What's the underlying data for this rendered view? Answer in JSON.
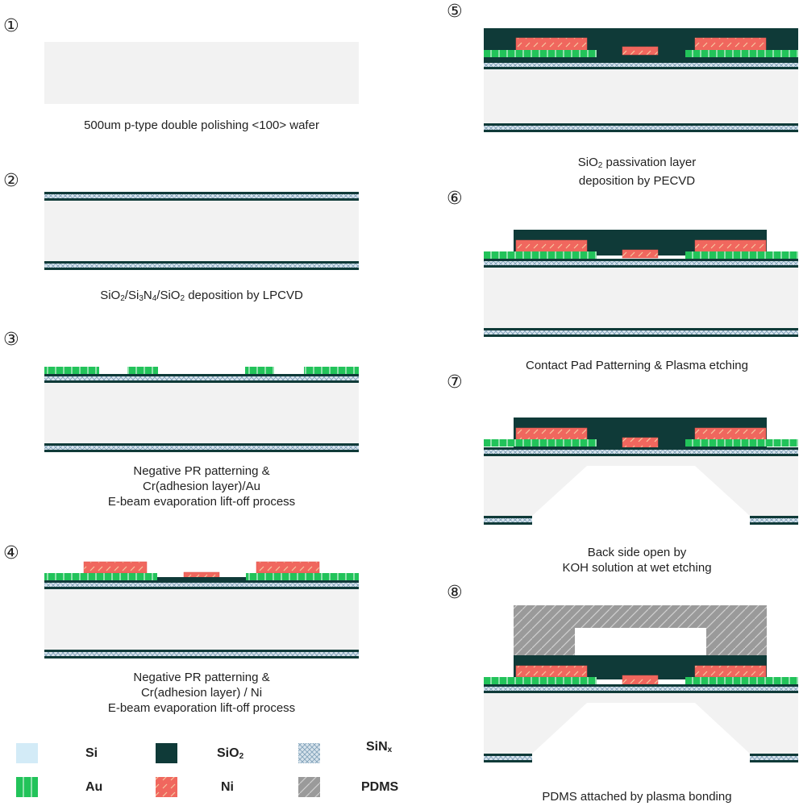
{
  "colors": {
    "si": "#f2f2f2",
    "sio2": "#0f3a38",
    "sinx": "#8fb0c8",
    "au": "#22c35a",
    "ni": "#f0675e",
    "pdms": "#9a9a9a",
    "legend_si": "#cfe8f6"
  },
  "steps": [
    {
      "number": "①",
      "caption": [
        "500um p-type double polishing <100> wafer"
      ]
    },
    {
      "number": "②",
      "caption_parts": [
        "SiO",
        "2",
        "/Si",
        "3",
        "N",
        "4",
        "/SiO",
        "2",
        " deposition by LPCVD"
      ]
    },
    {
      "number": "③",
      "caption": [
        "Negative PR patterning &",
        "Cr(adhesion layer)/Au",
        "E-beam evaporation lift-off process"
      ]
    },
    {
      "number": "④",
      "caption": [
        "Negative PR patterning &",
        "Cr(adhesion layer) / Ni",
        "E-beam evaporation lift-off process"
      ]
    },
    {
      "number": "⑤",
      "caption_parts": [
        "SiO",
        "2",
        " passivation layer"
      ],
      "caption2": "deposition by PECVD"
    },
    {
      "number": "⑥",
      "caption": [
        "Contact Pad Patterning & Plasma etching"
      ]
    },
    {
      "number": "⑦",
      "caption": [
        "Back side open by",
        "KOH solution at wet etching"
      ]
    },
    {
      "number": "⑧",
      "caption": [
        "PDMS attached by plasma bonding"
      ]
    }
  ],
  "legend": [
    {
      "key": "si",
      "label": "Si"
    },
    {
      "key": "sio2",
      "label_main": "SiO",
      "label_sub": "2"
    },
    {
      "key": "sinx",
      "label_main": "SiN",
      "label_sub": "x"
    },
    {
      "key": "au",
      "label": "Au"
    },
    {
      "key": "ni",
      "label": "Ni"
    },
    {
      "key": "pdms",
      "label": "PDMS"
    }
  ]
}
